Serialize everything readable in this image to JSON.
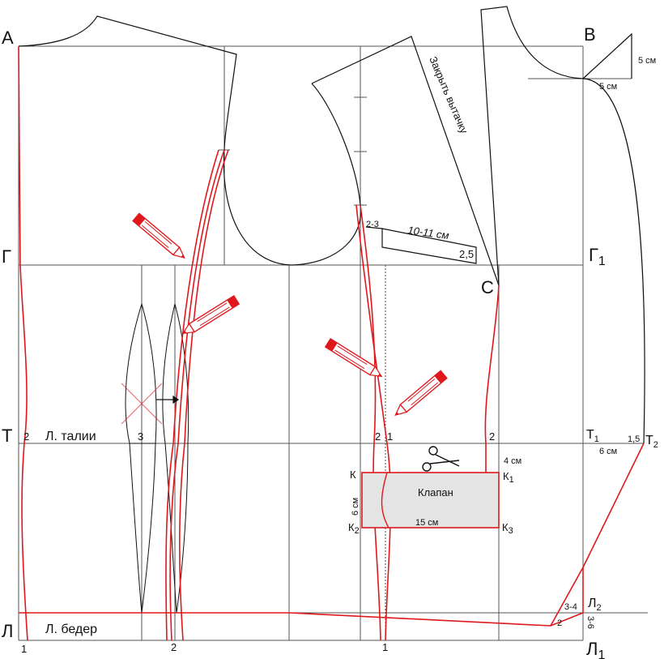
{
  "points": {
    "A": "А",
    "B": "В",
    "G": "Г",
    "G1_base": "Г",
    "G1_sub": "1",
    "T": "Т",
    "T1_base": "Т",
    "T1_sub": "1",
    "T2_base": "Т",
    "T2_sub": "2",
    "L": "Л",
    "L1_base": "Л",
    "L1_sub": "1",
    "L2_base": "Л",
    "L2_sub": "2",
    "C": "С",
    "K": "К",
    "K1_base": "К",
    "K1_sub": "1",
    "K2_base": "К",
    "K2_sub": "2",
    "K3_base": "К",
    "K3_sub": "3"
  },
  "lines": {
    "waist": "Л. талии",
    "hips": "Л. бедер"
  },
  "annotations": {
    "close_dart": "Закрыть вытачку",
    "size_10_11": "10-11 см",
    "val_2_3": "2-3",
    "val_2_5": "2,5",
    "shoulder_5_h": "5 см",
    "shoulder_5_v": "5 см",
    "val_4cm": "4 см",
    "val_6cm": "6 см",
    "val_6cm_v": "6 см",
    "val_15cm": "15 см",
    "val_1_5": "1,5",
    "val_3_4": "3-4",
    "val_3_6": "3-6",
    "pocket_flap": "Клапан"
  },
  "numbers": {
    "n2_left": "2",
    "n3": "3",
    "n2_center": "2",
    "n1_center": "1",
    "n2_side": "2",
    "bottom_1_left": "1",
    "bottom_2": "2",
    "bottom_1_mid": "1",
    "n2_hem": "2"
  },
  "colors": {
    "construction": "#111111",
    "grid": "#555555",
    "pattern_red": "#e0181c",
    "flap_fill": "#e4e4e4"
  }
}
